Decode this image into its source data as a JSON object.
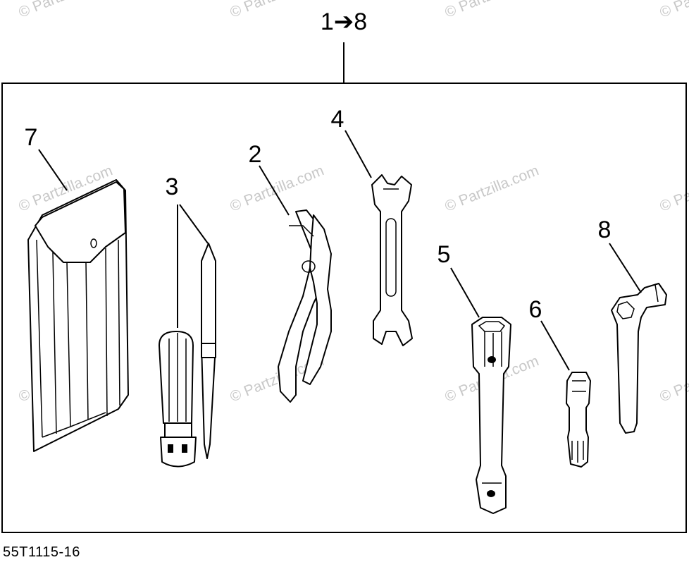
{
  "assembly_label": "1➔8",
  "caption": "55T1115-16",
  "watermark": "© Partzilla.com",
  "callouts": {
    "c1": "2",
    "c2": "3",
    "c3": "4",
    "c4": "5",
    "c5": "6",
    "c6": "7",
    "c7": "8"
  }
}
